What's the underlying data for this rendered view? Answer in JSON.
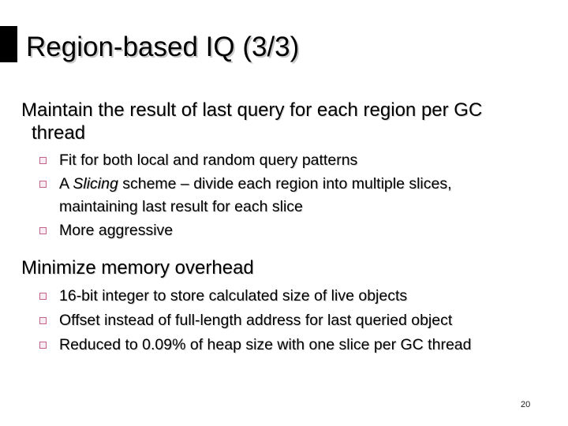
{
  "slide": {
    "title": "Region-based IQ (3/3)",
    "page_number": "20",
    "colors": {
      "background": "#ffffff",
      "title_marker": "#000000",
      "text": "#000000",
      "bullet_border": "#c4628c",
      "bullet_fill": "#f8edf3",
      "text_shadow": "#cccccc"
    },
    "icons": {
      "bullet": "square-outline-bullet"
    },
    "sections": [
      {
        "heading_lines": [
          "Maintain the result of last query for each region per GC",
          "thread"
        ],
        "bullets": [
          {
            "lines": [
              {
                "text": "Fit for both local and random query patterns"
              }
            ]
          },
          {
            "lines": [
              {
                "pre": "A ",
                "italic": "Slicing",
                "post": " scheme – divide each region into multiple slices,"
              },
              {
                "text": "maintaining last result for each slice"
              }
            ]
          },
          {
            "lines": [
              {
                "text": "More aggressive"
              }
            ]
          }
        ]
      },
      {
        "heading_lines": [
          "Minimize memory overhead"
        ],
        "bullets": [
          {
            "lines": [
              {
                "text": "16-bit integer to store calculated size of live objects"
              }
            ]
          },
          {
            "lines": [
              {
                "text": "Offset instead of full-length address for last queried object"
              }
            ]
          },
          {
            "lines": [
              {
                "text": "Reduced to 0.09% of heap size with one slice per GC thread"
              }
            ]
          }
        ]
      }
    ]
  }
}
